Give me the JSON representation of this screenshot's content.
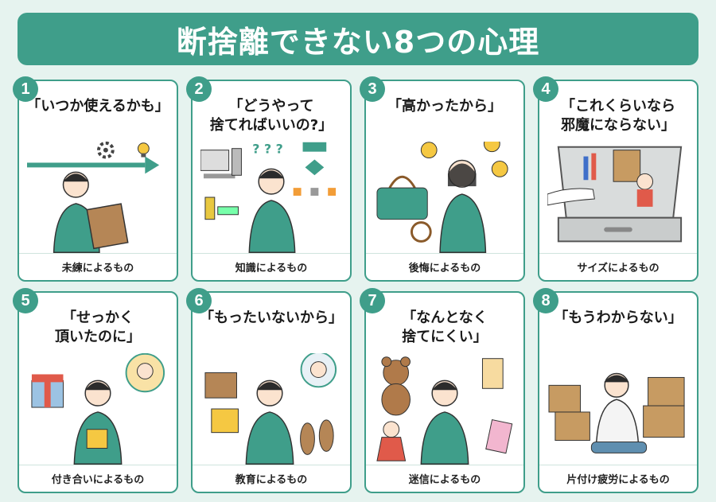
{
  "title": "断捨離できない8つの心理",
  "colors": {
    "accent": "#3f9e8a",
    "background": "#e6f3ef",
    "text": "#1a1a1a"
  },
  "cards": [
    {
      "number": "1",
      "quote": "「いつか使えるかも」",
      "caption": "未練によるもの",
      "icons": [
        "person-holding-box-icon",
        "gear-icon",
        "lightbulb-icon",
        "arrow-icon"
      ]
    },
    {
      "number": "2",
      "quote": "「どうやって\n捨てればいいの?」",
      "caption": "知識によるもの",
      "icons": [
        "person-thinking-icon",
        "computer-icon",
        "battery-icon",
        "flowchart-icon"
      ]
    },
    {
      "number": "3",
      "quote": "「高かったから」",
      "caption": "後悔によるもの",
      "icons": [
        "person-regret-icon",
        "handbag-icon",
        "watch-icon",
        "yen-coin-icon"
      ]
    },
    {
      "number": "4",
      "quote": "「これくらいなら\n邪魔にならない」",
      "caption": "サイズによるもの",
      "icons": [
        "drawer-icon",
        "hand-icon",
        "doll-icon",
        "bag-icon"
      ]
    },
    {
      "number": "5",
      "quote": "「せっかく\n頂いたのに」",
      "caption": "付き合いによるもの",
      "icons": [
        "person-with-gift-icon",
        "gift-box-icon",
        "friend-bubble-icon"
      ]
    },
    {
      "number": "6",
      "quote": "「もったいないから」",
      "caption": "教育によるもの",
      "icons": [
        "person-pondering-icon",
        "bag-icon",
        "shoes-icon",
        "grandmother-bubble-icon"
      ]
    },
    {
      "number": "7",
      "quote": "「なんとなく\n捨てにくい」",
      "caption": "迷信によるもの",
      "icons": [
        "person-praying-icon",
        "teddy-bear-icon",
        "doll-icon",
        "charm-icon"
      ]
    },
    {
      "number": "8",
      "quote": "「もうわからない」",
      "caption": "片付け疲労によるもの",
      "icons": [
        "person-overwhelmed-icon",
        "cardboard-boxes-icon"
      ]
    }
  ]
}
